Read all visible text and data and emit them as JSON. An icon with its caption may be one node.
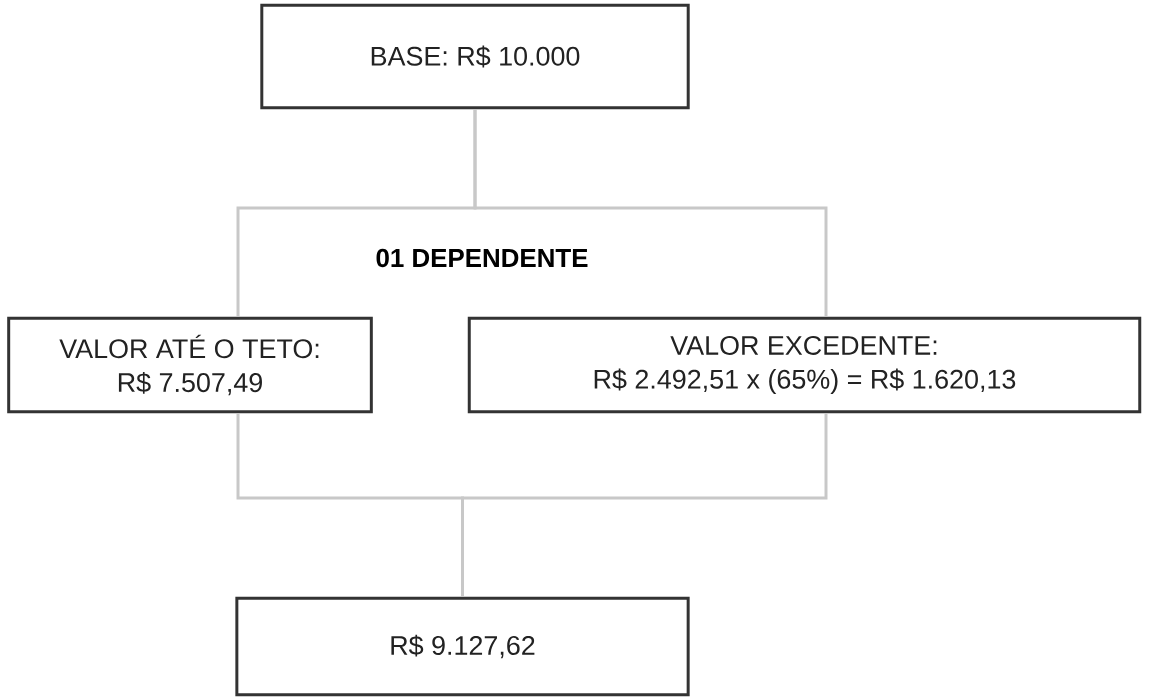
{
  "diagram": {
    "nodes": [
      {
        "text": [
          "BASE: R$ 10.000"
        ]
      },
      {
        "text": [
          "VALOR ATÉ O TETO:",
          "R$ 7.507,49"
        ]
      },
      {
        "text": [
          "VALOR EXCEDENTE:",
          "R$ 2.492,51 x (65%) = R$ 1.620,13"
        ]
      },
      {
        "text": [
          "R$ 9.127,62"
        ]
      }
    ],
    "edges": [
      {
        "from": 0,
        "to": 1,
        "arrow": "none"
      },
      {
        "from": 0,
        "to": 2,
        "arrow": "none"
      },
      {
        "from": 1,
        "to": 3,
        "arrow": "none"
      },
      {
        "from": 2,
        "to": 3,
        "arrow": "none"
      }
    ],
    "labels": [
      "01 DEPENDENTE"
    ]
  }
}
